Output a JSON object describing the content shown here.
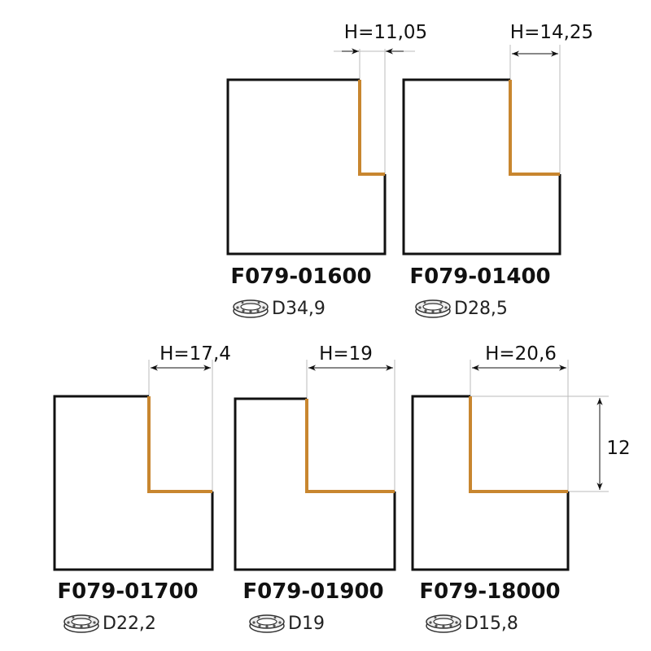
{
  "title": "Cutter profiles",
  "colors": {
    "cutting_edge": "#c8862f",
    "outline": "#111111"
  },
  "profiles": [
    {
      "code": "F079-01600",
      "height": "H=11,05",
      "bearing": "D34,9"
    },
    {
      "code": "F079-01400",
      "height": "H=14,25",
      "bearing": "D28,5"
    },
    {
      "code": "F079-01700",
      "height": "H=17,4",
      "bearing": "D22,2"
    },
    {
      "code": "F079-01900",
      "height": "H=19",
      "bearing": "D19"
    },
    {
      "code": "F079-18000",
      "height": "H=20,6",
      "bearing": "D15,8"
    }
  ],
  "depth_dimension": "12",
  "icons": {
    "bearing": "bearing-icon"
  }
}
